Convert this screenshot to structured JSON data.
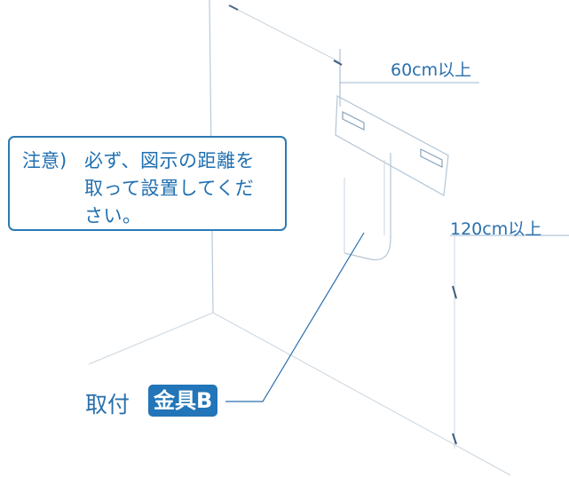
{
  "note": {
    "prefix": "注意)",
    "line1": "必ず、図示の距離を",
    "line2": "取って設置してくだ",
    "line3": "さい。"
  },
  "dimensions": {
    "top_clearance": "60cm以上",
    "side_clearance": "120cm以上"
  },
  "fitting": {
    "label": "取付",
    "part_name": "金具B"
  },
  "colors": {
    "accent": "#2175b8",
    "line": "#6f93b8"
  }
}
